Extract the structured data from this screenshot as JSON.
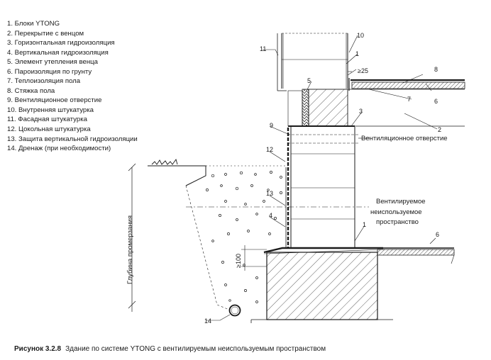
{
  "legend": [
    "1.  Блоки YTONG",
    "2.  Перекрытие с венцом",
    "3.  Горизонтальная гидроизоляция",
    "4.  Вертикальная гидроизоляция",
    "5.  Элемент утепления венца",
    "6.  Пароизоляция по грунту",
    "7.  Теплоизоляция пола",
    "8.  Стяжка пола",
    "9.  Вентиляционное отверстие",
    "10. Внутренняя штукатурка",
    "11. Фасадная штукатурка",
    "12. Цокольная штукатурка",
    "13. Защита вертикальной гидроизоляции",
    "14. Дренаж (при необходимости)"
  ],
  "callouts": {
    "n1a": "1",
    "n1b": "1",
    "n2": "2",
    "n3": "3",
    "n4": "4",
    "n5": "5",
    "n6a": "6",
    "n6b": "6",
    "n7": "7",
    "n8": "8",
    "n9": "9",
    "n10": "10",
    "n11": "11",
    "n12": "12",
    "n13": "13",
    "n14": "14"
  },
  "dimensions": {
    "min25": "≥25",
    "d100": "≥100"
  },
  "annotations": {
    "vent_opening": "Вентиляционное отверстие",
    "space_line1": "Вентилируемое",
    "space_line2": "неиспользуемое",
    "space_line3": "пространство",
    "frost_depth": "Глубина промерзания"
  },
  "caption": {
    "label": "Рисунок 3.2.8",
    "text": "Здание по системе YTONG с вентилируемым неиспользуемым пространством"
  }
}
